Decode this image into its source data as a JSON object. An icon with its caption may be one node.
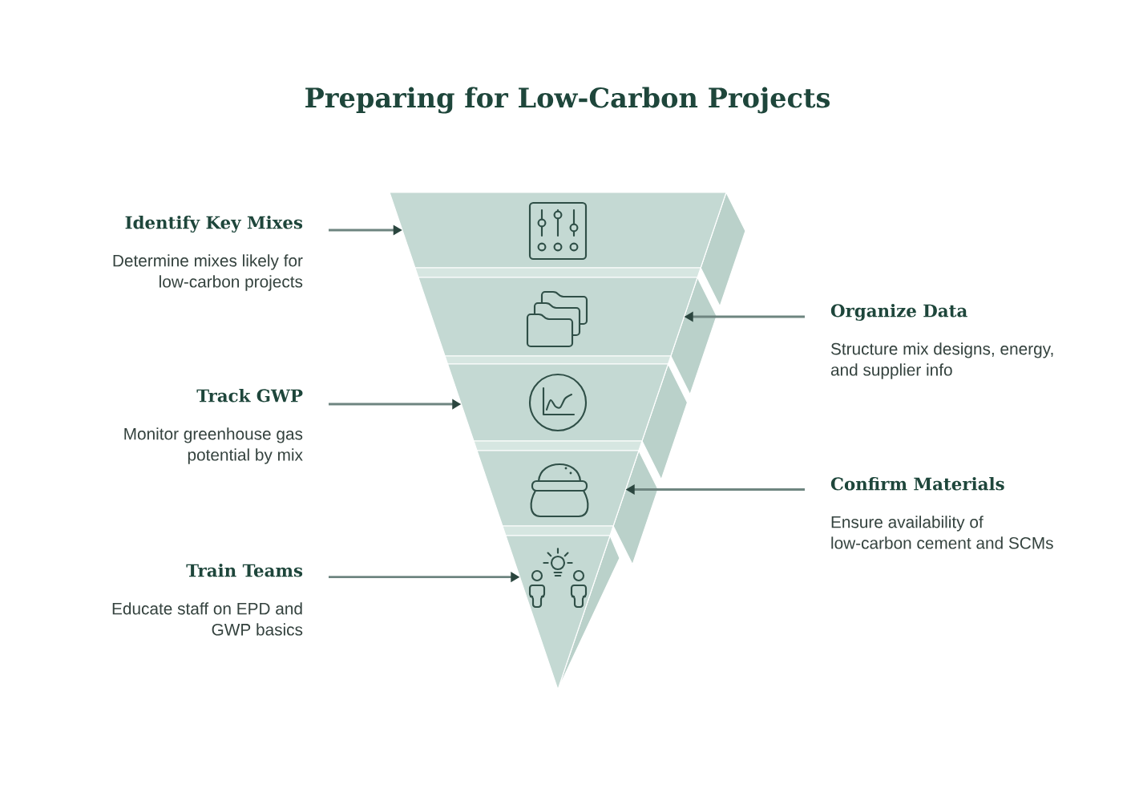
{
  "diagram": {
    "title": "Preparing for Low-Carbon Projects",
    "nodes": [
      {
        "text": [
          "Identify Key Mixes",
          "Determine mixes likely for low-carbon projects"
        ]
      },
      {
        "text": [
          "Organize Data",
          "Structure mix designs, energy, and supplier info"
        ]
      },
      {
        "text": [
          "Track GWP",
          "Monitor greenhouse gas potential by mix"
        ]
      },
      {
        "text": [
          "Confirm Materials",
          "Ensure availability of low-carbon cement and SCMs"
        ]
      },
      {
        "text": [
          "Train Teams",
          "Educate staff on EPD and GWP basics"
        ]
      },
      {
        "text": [],
        "shape": "trapezoid"
      },
      {
        "text": [],
        "shape": "trapezoid"
      },
      {
        "text": [],
        "shape": "trapezoid"
      },
      {
        "text": [],
        "shape": "trapezoid"
      },
      {
        "text": [],
        "shape": "triangle"
      }
    ],
    "edges": [
      {
        "from": 0,
        "to": 5,
        "arrow": "to"
      },
      {
        "from": 1,
        "to": 6,
        "arrow": "to"
      },
      {
        "from": 2,
        "to": 7,
        "arrow": "to"
      },
      {
        "from": 3,
        "to": 8,
        "arrow": "to"
      },
      {
        "from": 4,
        "to": 9,
        "arrow": "to"
      }
    ]
  }
}
